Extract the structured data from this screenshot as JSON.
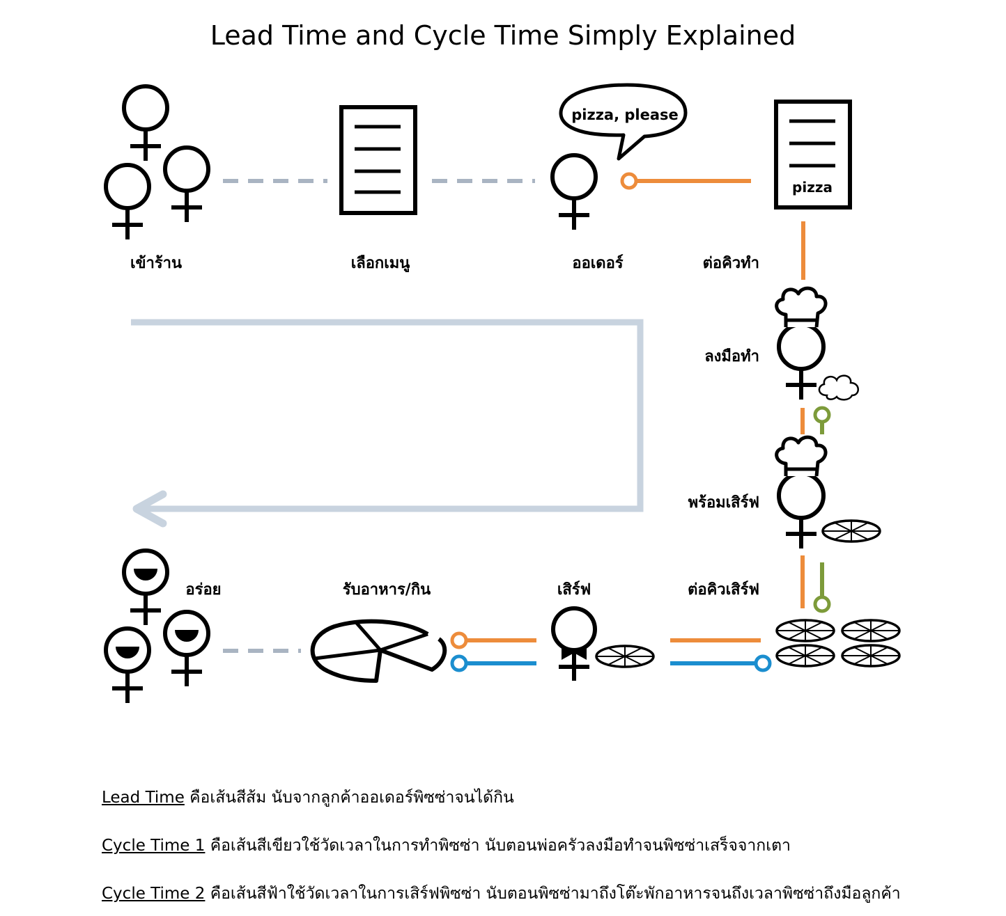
{
  "title": "Lead Time and Cycle Time Simply Explained",
  "colors": {
    "lead_time": "#ED8C3B",
    "cycle_time_1": "#7D9B3A",
    "cycle_time_2": "#1B8ECF",
    "dashed_connector": "#A9B4C2",
    "return_arrow": "#C8D3DF",
    "ink": "#000000"
  },
  "bubble_text": "pizza, please",
  "order_ticket_text": "pizza",
  "steps": {
    "enter_shop": "เข้าร้าน",
    "choose_menu": "เลือกเมนู",
    "order": "ออเดอร์",
    "queue_cook": "ต่อคิวทำ",
    "start_cooking": "ลงมือทำ",
    "ready_to_serve": "พร้อมเสิร์ฟ",
    "queue_serve": "ต่อคิวเสิร์ฟ",
    "serve": "เสิร์ฟ",
    "receive_eat": "รับอาหาร/กิน",
    "delicious": "อร่อย"
  },
  "legend": [
    {
      "term": "Lead Time",
      "description": "คือเส้นสีส้ม นับจากลูกค้าออเดอร์พิซซ่าจนได้กิน"
    },
    {
      "term": "Cycle Time 1",
      "description": "คือเส้นสีเขียวใช้วัดเวลาในการทำพิซซ่า นับตอนพ่อครัวลงมือทำจนพิซซ่าเสร็จจากเตา"
    },
    {
      "term": "Cycle Time 2",
      "description": "คือเส้นสีฟ้าใช้วัดเวลาในการเสิร์ฟพิซซ่า นับตอนพิซซ่ามาถึงโต๊ะพักอาหารจนถึงเวลาพิซซ่าถึงมือลูกค้า"
    }
  ]
}
